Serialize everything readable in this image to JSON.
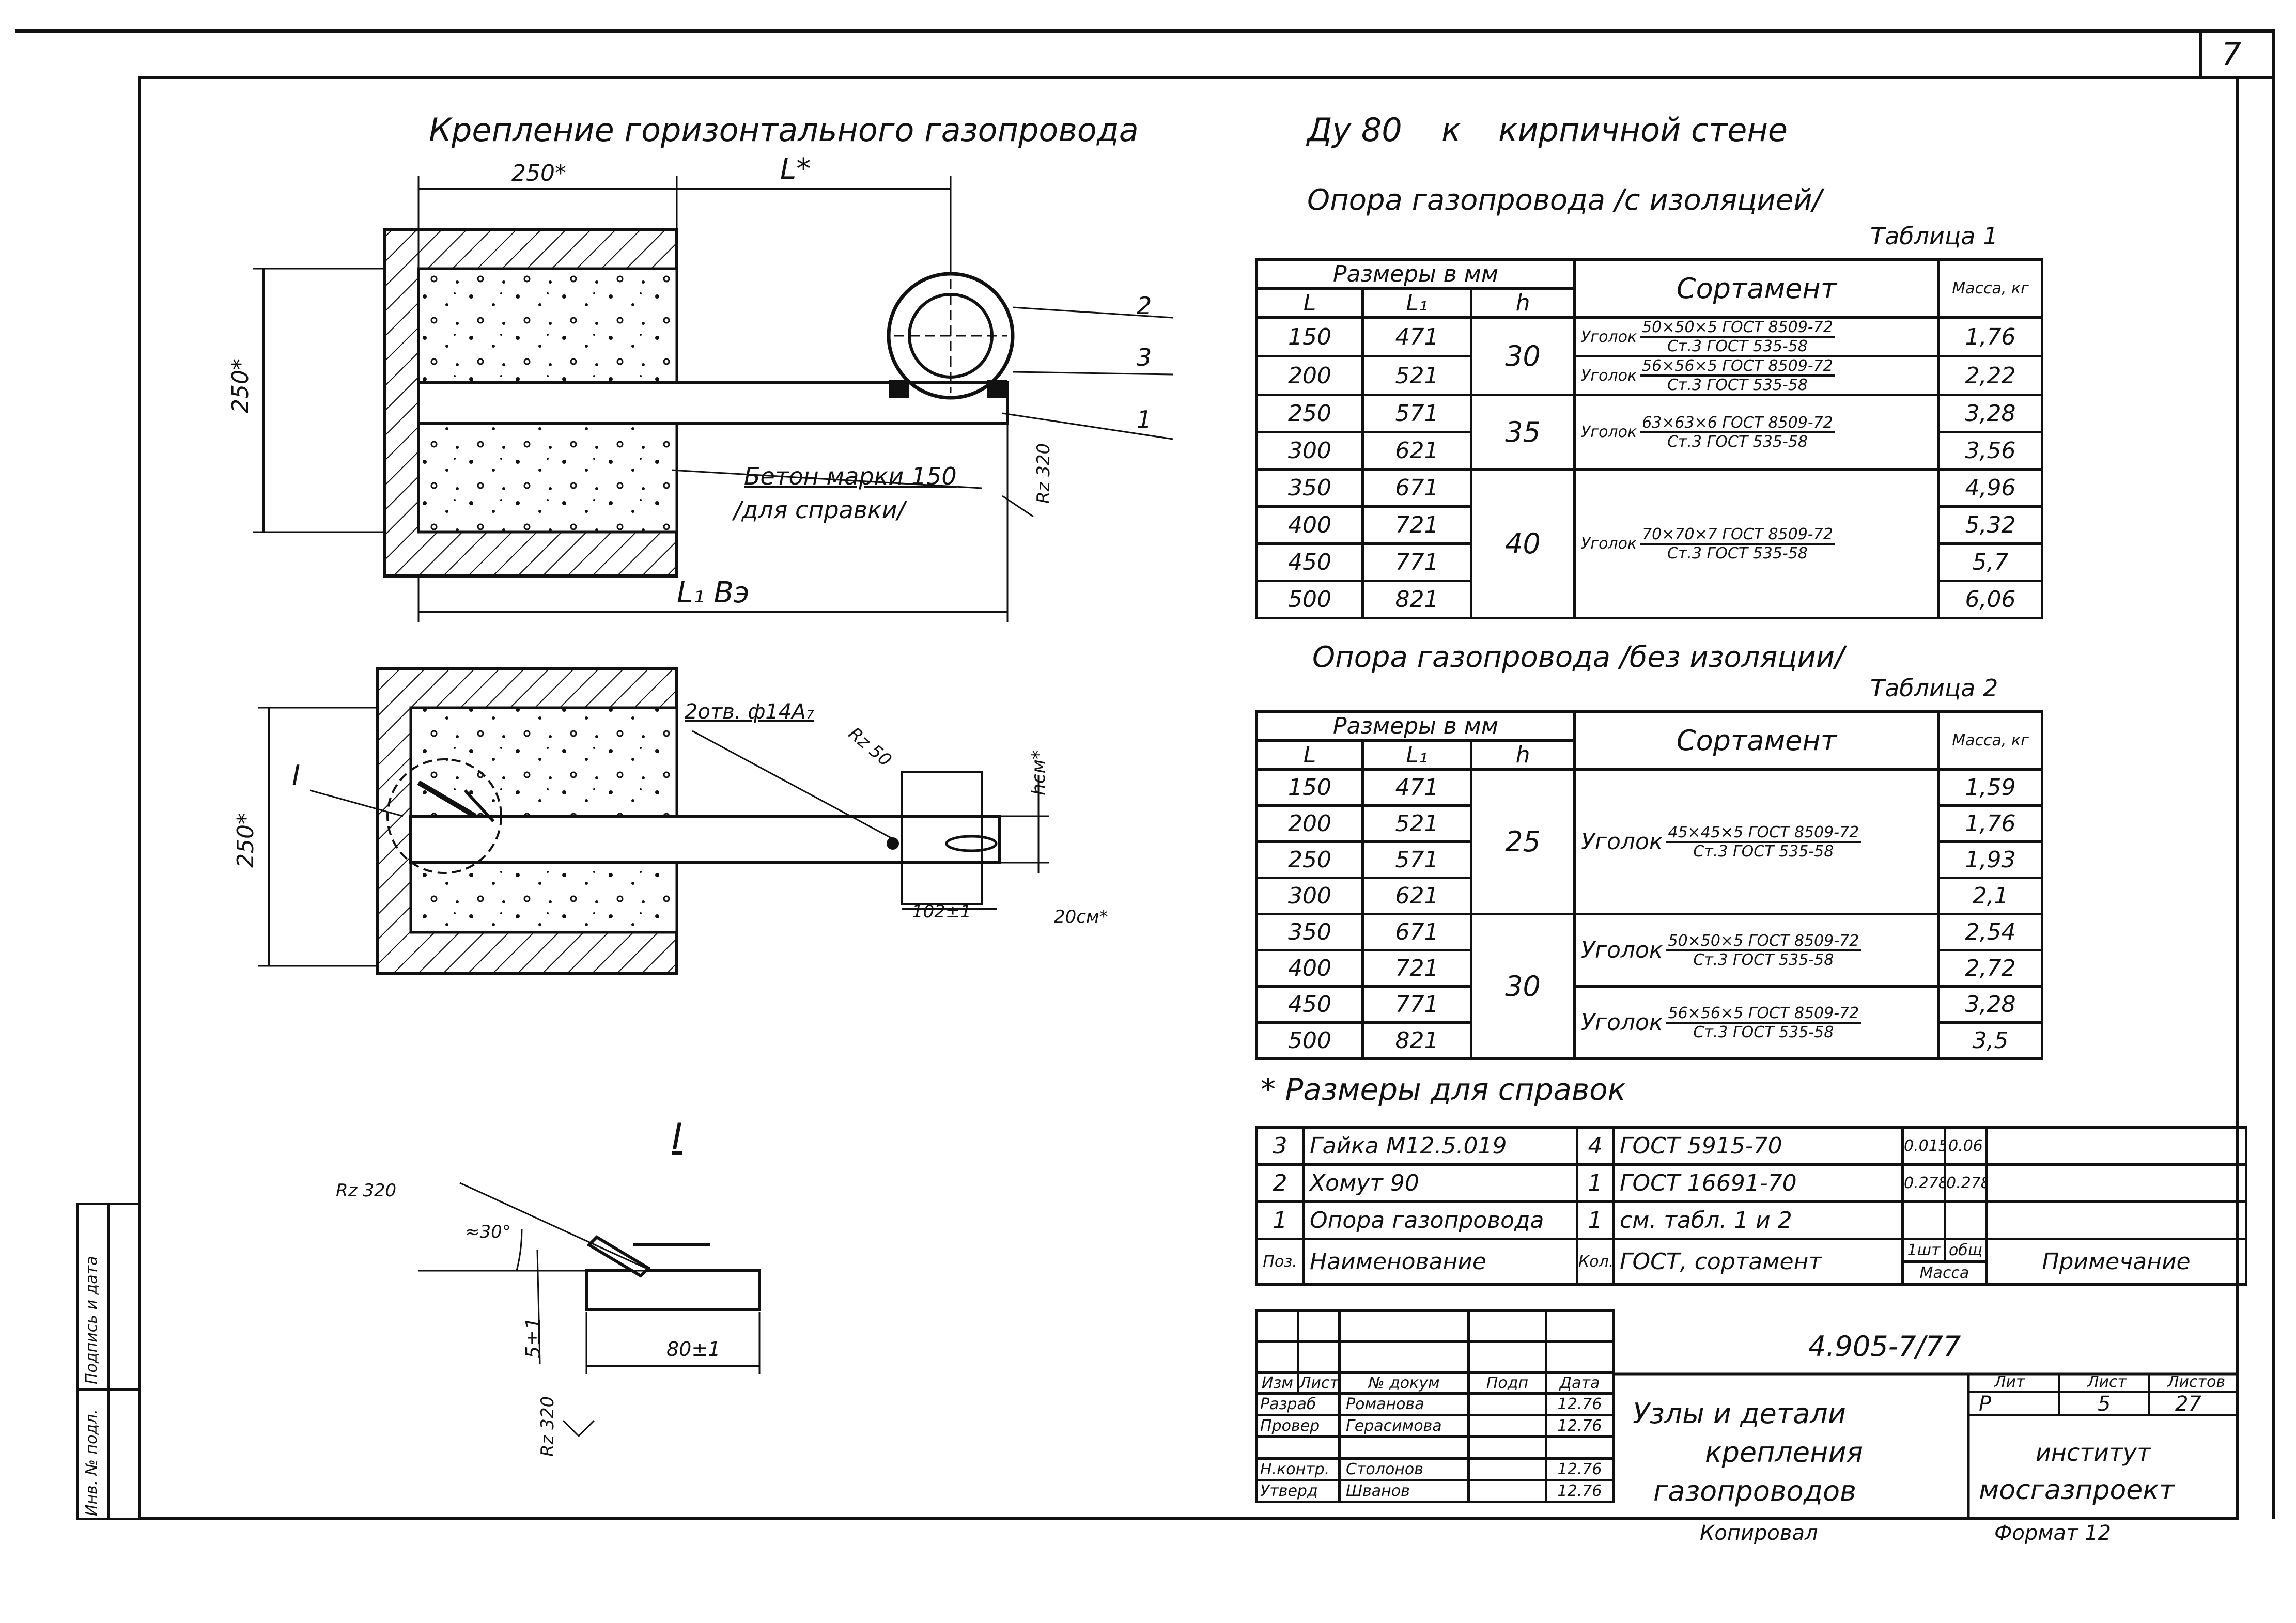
{
  "sheet_number": "7",
  "title": {
    "main": "Крепление горизонтального газопровода",
    "du": "Ду 80",
    "to": "к",
    "rest": "кирпичной стене"
  },
  "drawing1": {
    "dim_250": "250*",
    "dim_L": "L*",
    "dim_250_vert": "250*",
    "dim_L1": "L₁ Вэ",
    "concrete_label_1": "Бетон марки 150",
    "concrete_label_2": "/для справки/",
    "roughness": "Rz 320",
    "callout_2": "2",
    "callout_3": "3",
    "callout_1": "1"
  },
  "drawing2": {
    "holes": "2отв. ф14А₇",
    "roughness": "Rz 50",
    "dim_250_vert": "250*",
    "dim_h": "hсм*",
    "dim_102": "102±1",
    "dim_20": "20см*",
    "view_mark": "I"
  },
  "detail": {
    "title": "I",
    "roughness_top": "Rz 320",
    "angle": "≈30°",
    "dim_5": "5±1",
    "dim_80": "80±1",
    "roughness_bottom": "Rz 320"
  },
  "table1": {
    "heading": "Опора газопровода /с изоляцией/",
    "label": "Таблица 1",
    "header": {
      "dims": "Размеры в мм",
      "L": "L",
      "L1": "L₁",
      "h": "h",
      "sortament": "Сортамент",
      "mass": "Масса, кг"
    },
    "rows": [
      {
        "L": "150",
        "L1": "471",
        "mass": "1,76"
      },
      {
        "L": "200",
        "L1": "521",
        "mass": "2,22"
      },
      {
        "L": "250",
        "L1": "571",
        "mass": "3,28"
      },
      {
        "L": "300",
        "L1": "621",
        "mass": "3,56"
      },
      {
        "L": "350",
        "L1": "671",
        "mass": "4,96"
      },
      {
        "L": "400",
        "L1": "721",
        "mass": "5,32"
      },
      {
        "L": "450",
        "L1": "771",
        "mass": "5,7"
      },
      {
        "L": "500",
        "L1": "821",
        "mass": "6,06"
      }
    ],
    "h_groups": [
      "30",
      "35",
      "40"
    ],
    "sortament": [
      {
        "name": "Уголок",
        "top": "50×50×5 ГОСТ 8509-72",
        "bot": "Ст.3 ГОСТ 535-58"
      },
      {
        "name": "Уголок",
        "top": "56×56×5 ГОСТ 8509-72",
        "bot": "Ст.3 ГОСТ 535-58"
      },
      {
        "name": "Уголок",
        "top": "63×63×6 ГОСТ 8509-72",
        "bot": "Ст.3 ГОСТ 535-58"
      },
      {
        "name": "Уголок",
        "top": "70×70×7 ГОСТ 8509-72",
        "bot": "Ст.3 ГОСТ 535-58"
      }
    ]
  },
  "table2": {
    "heading": "Опора газопровода /без изоляции/",
    "label": "Таблица 2",
    "header": {
      "dims": "Размеры в мм",
      "L": "L",
      "L1": "L₁",
      "h": "h",
      "sortament": "Сортамент",
      "mass": "Масса, кг"
    },
    "rows": [
      {
        "L": "150",
        "L1": "471",
        "mass": "1,59"
      },
      {
        "L": "200",
        "L1": "521",
        "mass": "1,76"
      },
      {
        "L": "250",
        "L1": "571",
        "mass": "1,93"
      },
      {
        "L": "300",
        "L1": "621",
        "mass": "2,1"
      },
      {
        "L": "350",
        "L1": "671",
        "mass": "2,54"
      },
      {
        "L": "400",
        "L1": "721",
        "mass": "2,72"
      },
      {
        "L": "450",
        "L1": "771",
        "mass": "3,28"
      },
      {
        "L": "500",
        "L1": "821",
        "mass": "3,5"
      }
    ],
    "h_groups": [
      "25",
      "30"
    ],
    "sortament": [
      {
        "name": "Уголок",
        "top": "45×45×5 ГОСТ 8509-72",
        "bot": "Ст.3 ГОСТ 535-58"
      },
      {
        "name": "Уголок",
        "top": "50×50×5 ГОСТ 8509-72",
        "bot": "Ст.3 ГОСТ 535-58"
      },
      {
        "name": "Уголок",
        "top": "56×56×5 ГОСТ 8509-72",
        "bot": "Ст.3 ГОСТ 535-58"
      }
    ]
  },
  "footnote": "* Размеры для справок",
  "spec": {
    "rows": [
      {
        "pos": "3",
        "name": "Гайка М12.5.019",
        "qty": "4",
        "gost": "ГОСТ 5915-70",
        "m1": "0.015",
        "m2": "0.06",
        "note": ""
      },
      {
        "pos": "2",
        "name": "Хомут 90",
        "qty": "1",
        "gost": "ГОСТ 16691-70",
        "m1": "0.278",
        "m2": "0.278",
        "note": ""
      },
      {
        "pos": "1",
        "name": "Опора газопровода",
        "qty": "1",
        "gost": "см. табл. 1 и 2",
        "m1": "",
        "m2": "",
        "note": ""
      }
    ],
    "header": {
      "pos": "Поз.",
      "name": "Наименование",
      "qty": "Кол.",
      "gost": "ГОСТ, сортамент",
      "m1": "1шт",
      "m2": "общ",
      "mass": "Масса",
      "note": "Примечание"
    }
  },
  "title_block": {
    "code": "4.905-7/77",
    "col_izm": "Изм",
    "col_list": "Лист",
    "col_doc": "№ докум",
    "col_sign": "Подп",
    "col_date": "Дата",
    "people": [
      {
        "role": "Разраб",
        "name": "Романова",
        "date": "12.76"
      },
      {
        "role": "Провер",
        "name": "Герасимова",
        "date": "12.76"
      },
      {
        "role": "",
        "name": "",
        "date": ""
      },
      {
        "role": "Н.контр.",
        "name": "Столонов",
        "date": "12.76"
      },
      {
        "role": "Утверд",
        "name": "Шванов",
        "date": "12.76"
      }
    ],
    "title_lines": [
      "Узлы и детали",
      "крепления",
      "газопроводов"
    ],
    "lit_label": "Лит",
    "sheet_label": "Лист",
    "sheets_label": "Листов",
    "lit": "Р",
    "sheet": "5",
    "sheets": "27",
    "org_1": "институт",
    "org_2": "мосгазпроект",
    "copied": "Копировал",
    "format": "Формат 12"
  },
  "side_stamp": {
    "inv": "Инв. № подл.",
    "sign": "Подпись и дата"
  }
}
